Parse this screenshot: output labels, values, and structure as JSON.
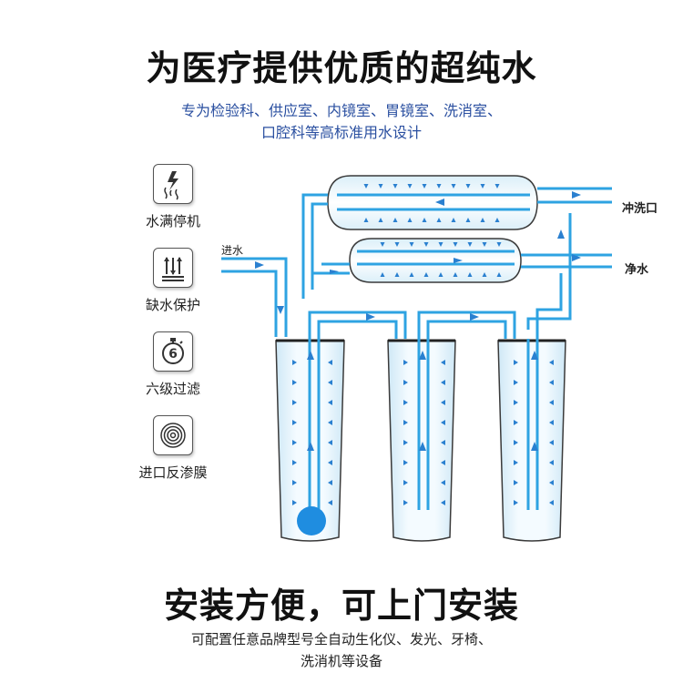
{
  "headline": "为医疗提供优质的超纯水",
  "subtitle_lines": [
    "专为检验科、供应室、内镜室、胃镜室、洗消室、",
    "口腔科等高标准用水设计"
  ],
  "features": [
    {
      "label": "水满停机",
      "icon": "lightning-steam-icon"
    },
    {
      "label": "缺水保护",
      "icon": "pressure-gauge-icon"
    },
    {
      "label": "六级过滤",
      "icon": "stopwatch-6-icon"
    },
    {
      "label": "进口反渗膜",
      "icon": "concentric-rings-icon"
    }
  ],
  "diagram": {
    "inlet_label": "进水",
    "outlet_flush_label": "冲洗口",
    "outlet_pure_label": "净水"
  },
  "headline2": "安装方便，可上门安装",
  "subtitle2_lines": [
    "可配置任意品牌型号全自动生化仪、发光、牙椅、",
    "洗消机等设备"
  ],
  "colors": {
    "pipe": "#2ea3e2",
    "arrow": "#2a80d0",
    "text_blue": "#2a4fa0",
    "ball": "#1f8de0"
  }
}
